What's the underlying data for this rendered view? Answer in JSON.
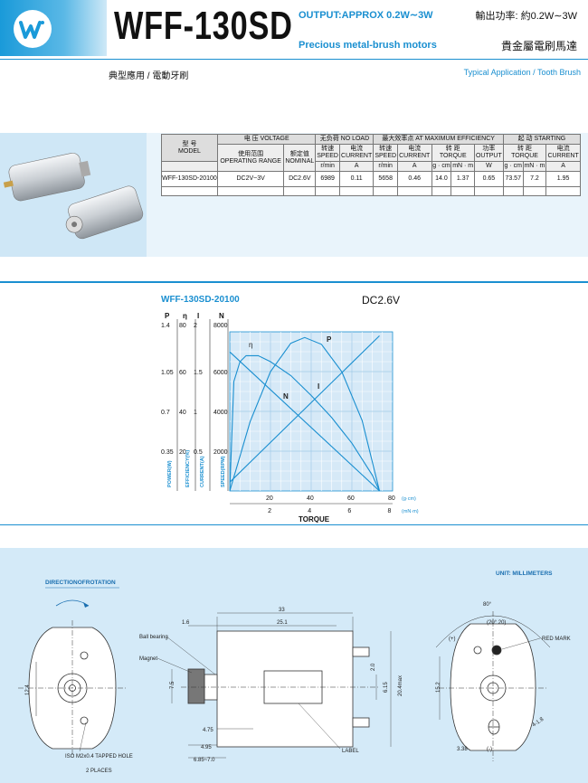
{
  "header": {
    "model": "WFF-130SD",
    "output_en": "OUTPUT:APPROX 0.2W∼3W",
    "series_en": "Precious metal-brush motors",
    "output_cn": "輸出功率: 約0.2W∼3W",
    "series_cn": "貴金屬電刷馬達",
    "application_cn": "典型應用  /  電動牙刷",
    "application_en": "Typical Application  /  Tooth Brush",
    "brand_color": "#1a8fd0"
  },
  "spec_table": {
    "model_cn": "型  号",
    "model_en": "MODEL",
    "voltage_group": "电 压  VOLTAGE",
    "noload_group": "无负荷  NO LOAD",
    "maxeff_group": "最大效率点  AT MAXIMUM EFFICIENCY",
    "starting_group": "起  动  STARTING",
    "op_range_cn": "使用范围",
    "op_range_en": "OPERATING RANGE",
    "nominal_cn": "额定值",
    "nominal_en": "NOMINAL",
    "speed_cn": "转速",
    "speed_en": "SPEED",
    "current_cn": "电流",
    "current_en": "CURRENT",
    "torque_cn": "转  距",
    "torque_en": "TORQUE",
    "output_cn": "功率",
    "output_en": "OUTPUT",
    "units": [
      "r/min",
      "A",
      "r/min",
      "A",
      "g · cm",
      "mN · m",
      "W",
      "g · cm",
      "mN · m",
      "A"
    ],
    "row": [
      "WFF-130SD-20100",
      "DC2V~3V",
      "DC2.6V",
      "6989",
      "0.11",
      "5658",
      "0.46",
      "14.0",
      "1.37",
      "0.65",
      "73.57",
      "7.2",
      "1.95"
    ]
  },
  "chart_data": {
    "type": "line",
    "title": "WFF-130SD-20100",
    "subtitle": "DC2.6V",
    "xlabel": "TORQUE",
    "x_unit_top": "(g·cm)",
    "x_unit_bottom": "(mN·m)",
    "x_ticks_gcm": [
      "20",
      "40",
      "60",
      "80"
    ],
    "x_ticks_mnm": [
      "2",
      "4",
      "6",
      "8"
    ],
    "xlim_gcm": [
      0,
      80
    ],
    "axis_headers": [
      "P",
      "η",
      "I",
      "N"
    ],
    "p_ticks": [
      "1.4",
      "1.05",
      "0.7",
      "0.35"
    ],
    "eff_ticks": [
      "80",
      "60",
      "40",
      "20"
    ],
    "i_ticks": [
      "2",
      "1.5",
      "1",
      "0.5"
    ],
    "n_ticks": [
      "8000",
      "6000",
      "4000",
      "2000"
    ],
    "axis_names": [
      "POWER(W)",
      "EFFICIENCY(%)",
      "CURRENT(A)",
      "SPEED(RPM)"
    ],
    "ylim_speed": [
      0,
      8000
    ],
    "grid": true,
    "series": [
      {
        "name": "N",
        "x": [
          0,
          73.57
        ],
        "y": [
          6989,
          0
        ]
      },
      {
        "name": "I",
        "x": [
          0,
          73.57
        ],
        "y": [
          0.11,
          1.95
        ]
      },
      {
        "name": "P",
        "x": [
          0,
          10,
          20,
          30,
          36.8,
          45,
          55,
          65,
          73.57
        ],
        "y": [
          0,
          0.61,
          1.05,
          1.3,
          1.35,
          1.29,
          1.05,
          0.62,
          0
        ]
      },
      {
        "name": "η",
        "x": [
          0,
          2,
          5,
          8,
          14,
          20,
          30,
          40,
          50,
          60,
          70,
          73.57
        ],
        "y": [
          0,
          55,
          65,
          68,
          68,
          65,
          58,
          48,
          37,
          24,
          8,
          0
        ]
      }
    ],
    "curve_labels": {
      "p": "P",
      "eff": "η",
      "n": "N",
      "i": "I"
    },
    "line_color": "#1a8fd0"
  },
  "drawing": {
    "direction": "DIRECTIONOFROTATION",
    "units": "UNIT: MILLIMETERS",
    "ball_bearing": "Ball bearing",
    "magnet": "Magnet",
    "label": "LABEL",
    "red_mark": "RED MARK",
    "tapped_hole": "ISO M2x0.4 TAPPED HOLE",
    "places": "2 PLACES",
    "dims": {
      "d33": "33",
      "d25_1": "25.1",
      "d1_6": "1.6",
      "d2_0": "2.0",
      "d6_15": "6.15",
      "d20_4": "20.4max",
      "d4_75": "4.75",
      "d4_95": "4.95",
      "d6_85": "6.85~7.0",
      "d7_5": "7.5",
      "d12_4": "12.4",
      "d15_2": "15.2",
      "d80": "80°",
      "d20": "(20°  20)",
      "d3_38": "3.38",
      "d4_18": "4-1.8",
      "plus": "(+)",
      "minus": "(-)"
    }
  }
}
